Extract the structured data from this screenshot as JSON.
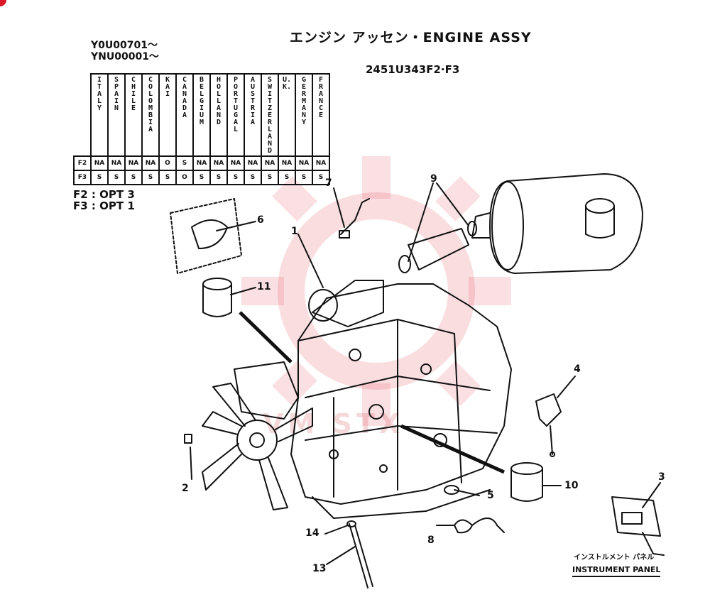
{
  "title": "エンジン アッセン・ENGINE ASSY",
  "model_code": "2451U343F2·F3",
  "serials": [
    "Y0U00701〜",
    "YNU00001〜"
  ],
  "country_table": {
    "countries": [
      "ITALY",
      "SPAIN",
      "CHILE",
      "COLOMBIA",
      "KAI",
      "CANADA",
      "BELGIUM",
      "HOLLAND",
      "PORTUGAL",
      "AUSTRIA",
      "SWITZERLAND",
      "U.K.",
      "GERMANY",
      "FRANCE"
    ],
    "rows": [
      {
        "label": "F2",
        "values": [
          "NA",
          "NA",
          "NA",
          "NA",
          "O",
          "S",
          "NA",
          "NA",
          "NA",
          "NA",
          "NA",
          "NA",
          "NA",
          "NA"
        ]
      },
      {
        "label": "F3",
        "values": [
          "S",
          "S",
          "S",
          "S",
          "S",
          "O",
          "S",
          "S",
          "S",
          "S",
          "S",
          "S",
          "S",
          "S"
        ]
      }
    ]
  },
  "options": [
    "F2 : OPT 3",
    "F3 : OPT 1"
  ],
  "callouts": [
    "1",
    "2",
    "3",
    "4",
    "5",
    "6",
    "7",
    "8",
    "9",
    "10",
    "11",
    "13",
    "14"
  ],
  "instrument_panel": {
    "jp": "インストルメント パネル",
    "en": "INSTRUMENT PANEL"
  },
  "watermark_text": "VM STX",
  "colors": {
    "ink": "#111111",
    "watermark": "#e04050",
    "accent_dot": "#d9192a"
  }
}
